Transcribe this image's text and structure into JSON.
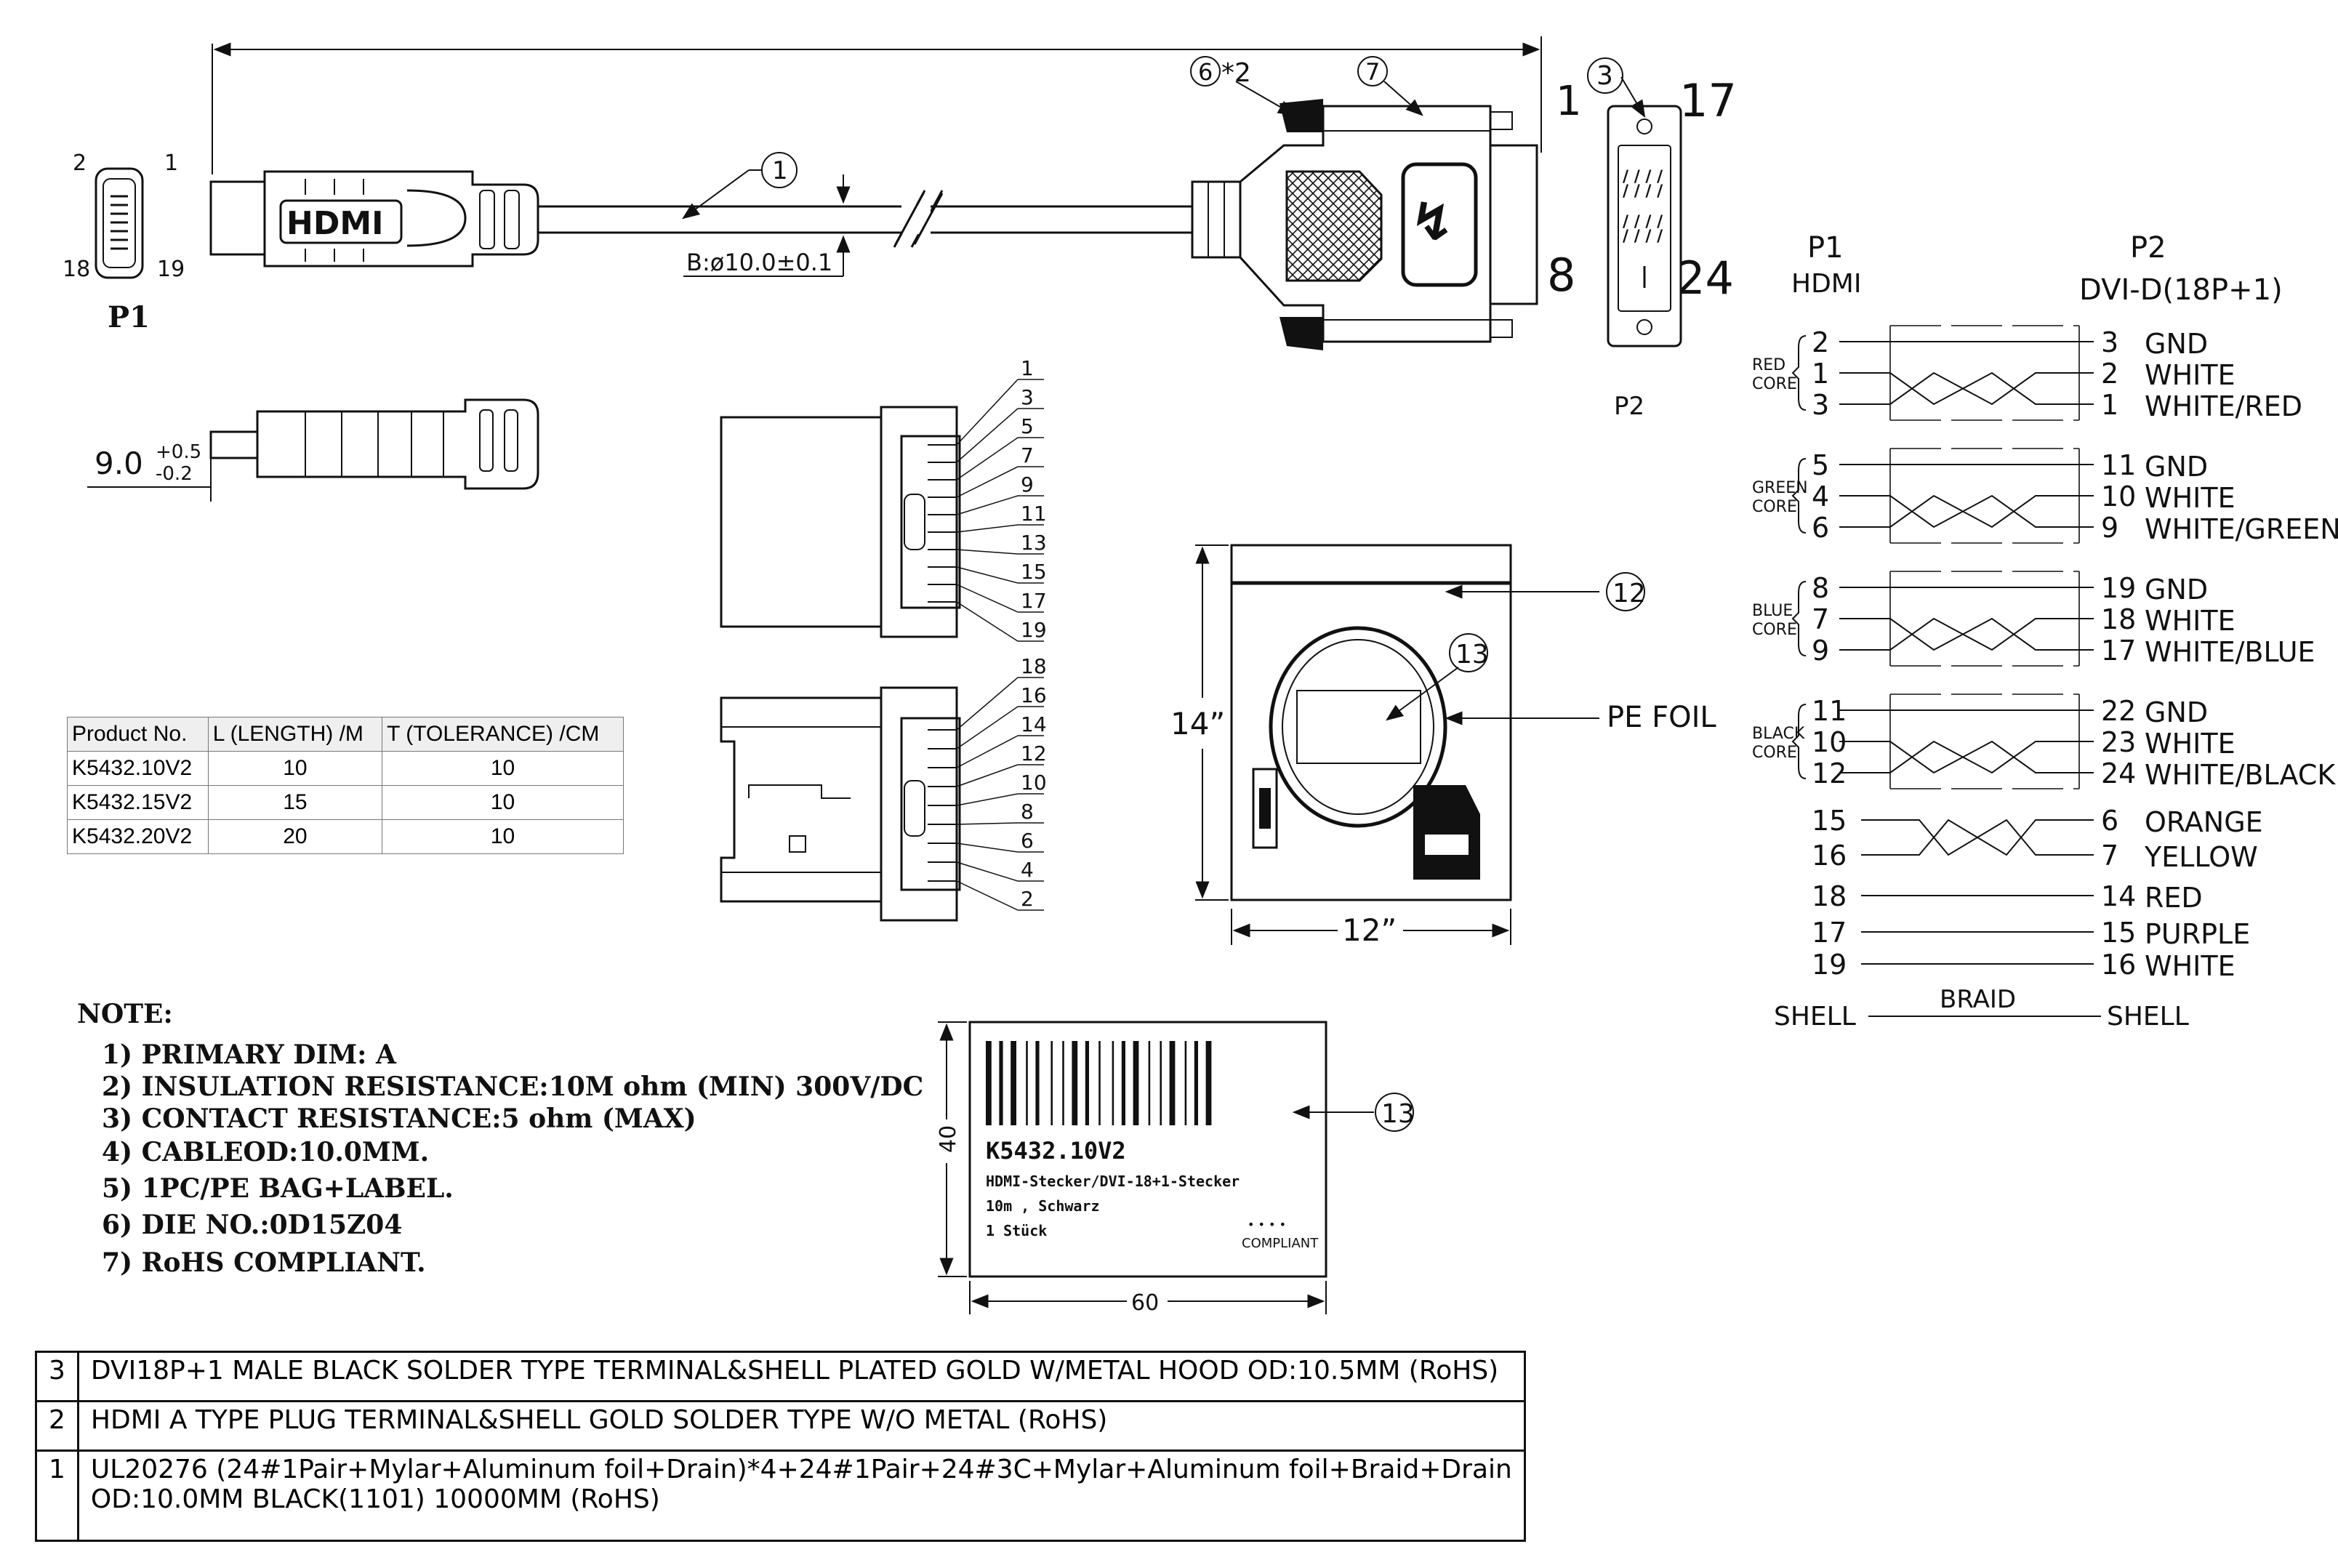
{
  "p1": {
    "label": "P1",
    "pin_2": "2",
    "pin_1": "1",
    "pin_18": "18",
    "pin_19": "19",
    "logo_text": "HDMI"
  },
  "p2": {
    "label": "P2",
    "pin_1": "1",
    "pin_17": "17",
    "pin_8": "8",
    "pin_24": "24"
  },
  "callouts": {
    "c1": "1",
    "c3": "3",
    "c6": "6",
    "c6_suffix": "*2",
    "c7": "7",
    "c12": "12",
    "c13_bag": "13",
    "c13_label": "13"
  },
  "dims": {
    "cable_dia": "B:ø10.0±0.1",
    "plug_height_base": "9.0",
    "plug_tol_plus": "+0.5",
    "plug_tol_minus": "-0.2",
    "bag_height": "14”",
    "bag_width": "12”",
    "label_height": "40",
    "label_width": "60"
  },
  "pe_foil": "PE FOIL",
  "pin_top_labels": [
    "1",
    "3",
    "5",
    "7",
    "9",
    "11",
    "13",
    "15",
    "17",
    "19"
  ],
  "pin_bottom_labels": [
    "18",
    "16",
    "14",
    "12",
    "10",
    "8",
    "6",
    "4",
    "2"
  ],
  "length_table": {
    "headers": [
      "Product No.",
      "L (LENGTH) /M",
      "T (TOLERANCE) /CM"
    ],
    "rows": [
      [
        "K5432.10V2",
        "10",
        "10"
      ],
      [
        "K5432.15V2",
        "15",
        "10"
      ],
      [
        "K5432.20V2",
        "20",
        "10"
      ]
    ]
  },
  "label": {
    "part": "K5432.10V2",
    "line1": "HDMI-Stecker/DVI-18+1-Stecker",
    "line2": "10m , Schwarz",
    "line3": "1 Stück",
    "dots": "• • • •",
    "compliant": "COMPLIANT"
  },
  "notes": {
    "title": "NOTE:",
    "items": [
      "1) PRIMARY DIM: A",
      "2) INSULATION RESISTANCE:10M ohm (MIN) 300V/DC",
      "3) CONTACT RESISTANCE:5 ohm (MAX)",
      "4) CABLEOD:10.0MM.",
      "5) 1PC/PE BAG+LABEL.",
      "6) DIE NO.:0D15Z04",
      "7) RoHS COMPLIANT."
    ]
  },
  "wiring": {
    "p1_title": "P1",
    "p1_sub": "HDMI",
    "p2_title": "P2",
    "p2_sub": "DVI-D(18P+1)",
    "groups": [
      {
        "core_line1": "RED",
        "core_line2": "CORE",
        "rows": [
          {
            "left": "2",
            "right": "3",
            "color": "GND"
          },
          {
            "left": "1",
            "right": "2",
            "color": "WHITE"
          },
          {
            "left": "3",
            "right": "1",
            "color": "WHITE/RED"
          }
        ]
      },
      {
        "core_line1": "GREEN",
        "core_line2": "CORE",
        "rows": [
          {
            "left": "5",
            "right": "11",
            "color": "GND"
          },
          {
            "left": "4",
            "right": "10",
            "color": "WHITE"
          },
          {
            "left": "6",
            "right": "9",
            "color": "WHITE/GREEN"
          }
        ]
      },
      {
        "core_line1": "BLUE",
        "core_line2": "CORE",
        "rows": [
          {
            "left": "8",
            "right": "19",
            "color": "GND"
          },
          {
            "left": "7",
            "right": "18",
            "color": "WHITE"
          },
          {
            "left": "9",
            "right": "17",
            "color": "WHITE/BLUE"
          }
        ]
      },
      {
        "core_line1": "BLACK",
        "core_line2": "CORE",
        "rows": [
          {
            "left": "11",
            "right": "22",
            "color": "GND"
          },
          {
            "left": "10",
            "right": "23",
            "color": "WHITE"
          },
          {
            "left": "12",
            "right": "24",
            "color": "WHITE/BLACK"
          }
        ]
      }
    ],
    "pair": [
      {
        "left": "15",
        "right": "6",
        "color": "ORANGE"
      },
      {
        "left": "16",
        "right": "7",
        "color": "YELLOW"
      }
    ],
    "singles": [
      {
        "left": "18",
        "right": "14",
        "color": "RED"
      },
      {
        "left": "17",
        "right": "15",
        "color": "PURPLE"
      },
      {
        "left": "19",
        "right": "16",
        "color": "WHITE"
      }
    ],
    "shell_left": "SHELL",
    "braid": "BRAID",
    "shell_right": "SHELL"
  },
  "bom": [
    {
      "no": "3",
      "desc": "DVI18P+1 MALE BLACK SOLDER TYPE TERMINAL&SHELL PLATED GOLD W/METAL HOOD OD:10.5MM (RoHS)"
    },
    {
      "no": "2",
      "desc": "HDMI A TYPE PLUG TERMINAL&SHELL GOLD SOLDER TYPE W/O METAL (RoHS)"
    },
    {
      "no": "1",
      "desc": "UL20276 (24#1Pair+Mylar+Aluminum foil+Drain)*4+24#1Pair+24#3C+Mylar+Aluminum foil+Braid+Drain",
      "desc2": "OD:10.0MM BLACK(1101) 10000MM (RoHS)"
    }
  ]
}
